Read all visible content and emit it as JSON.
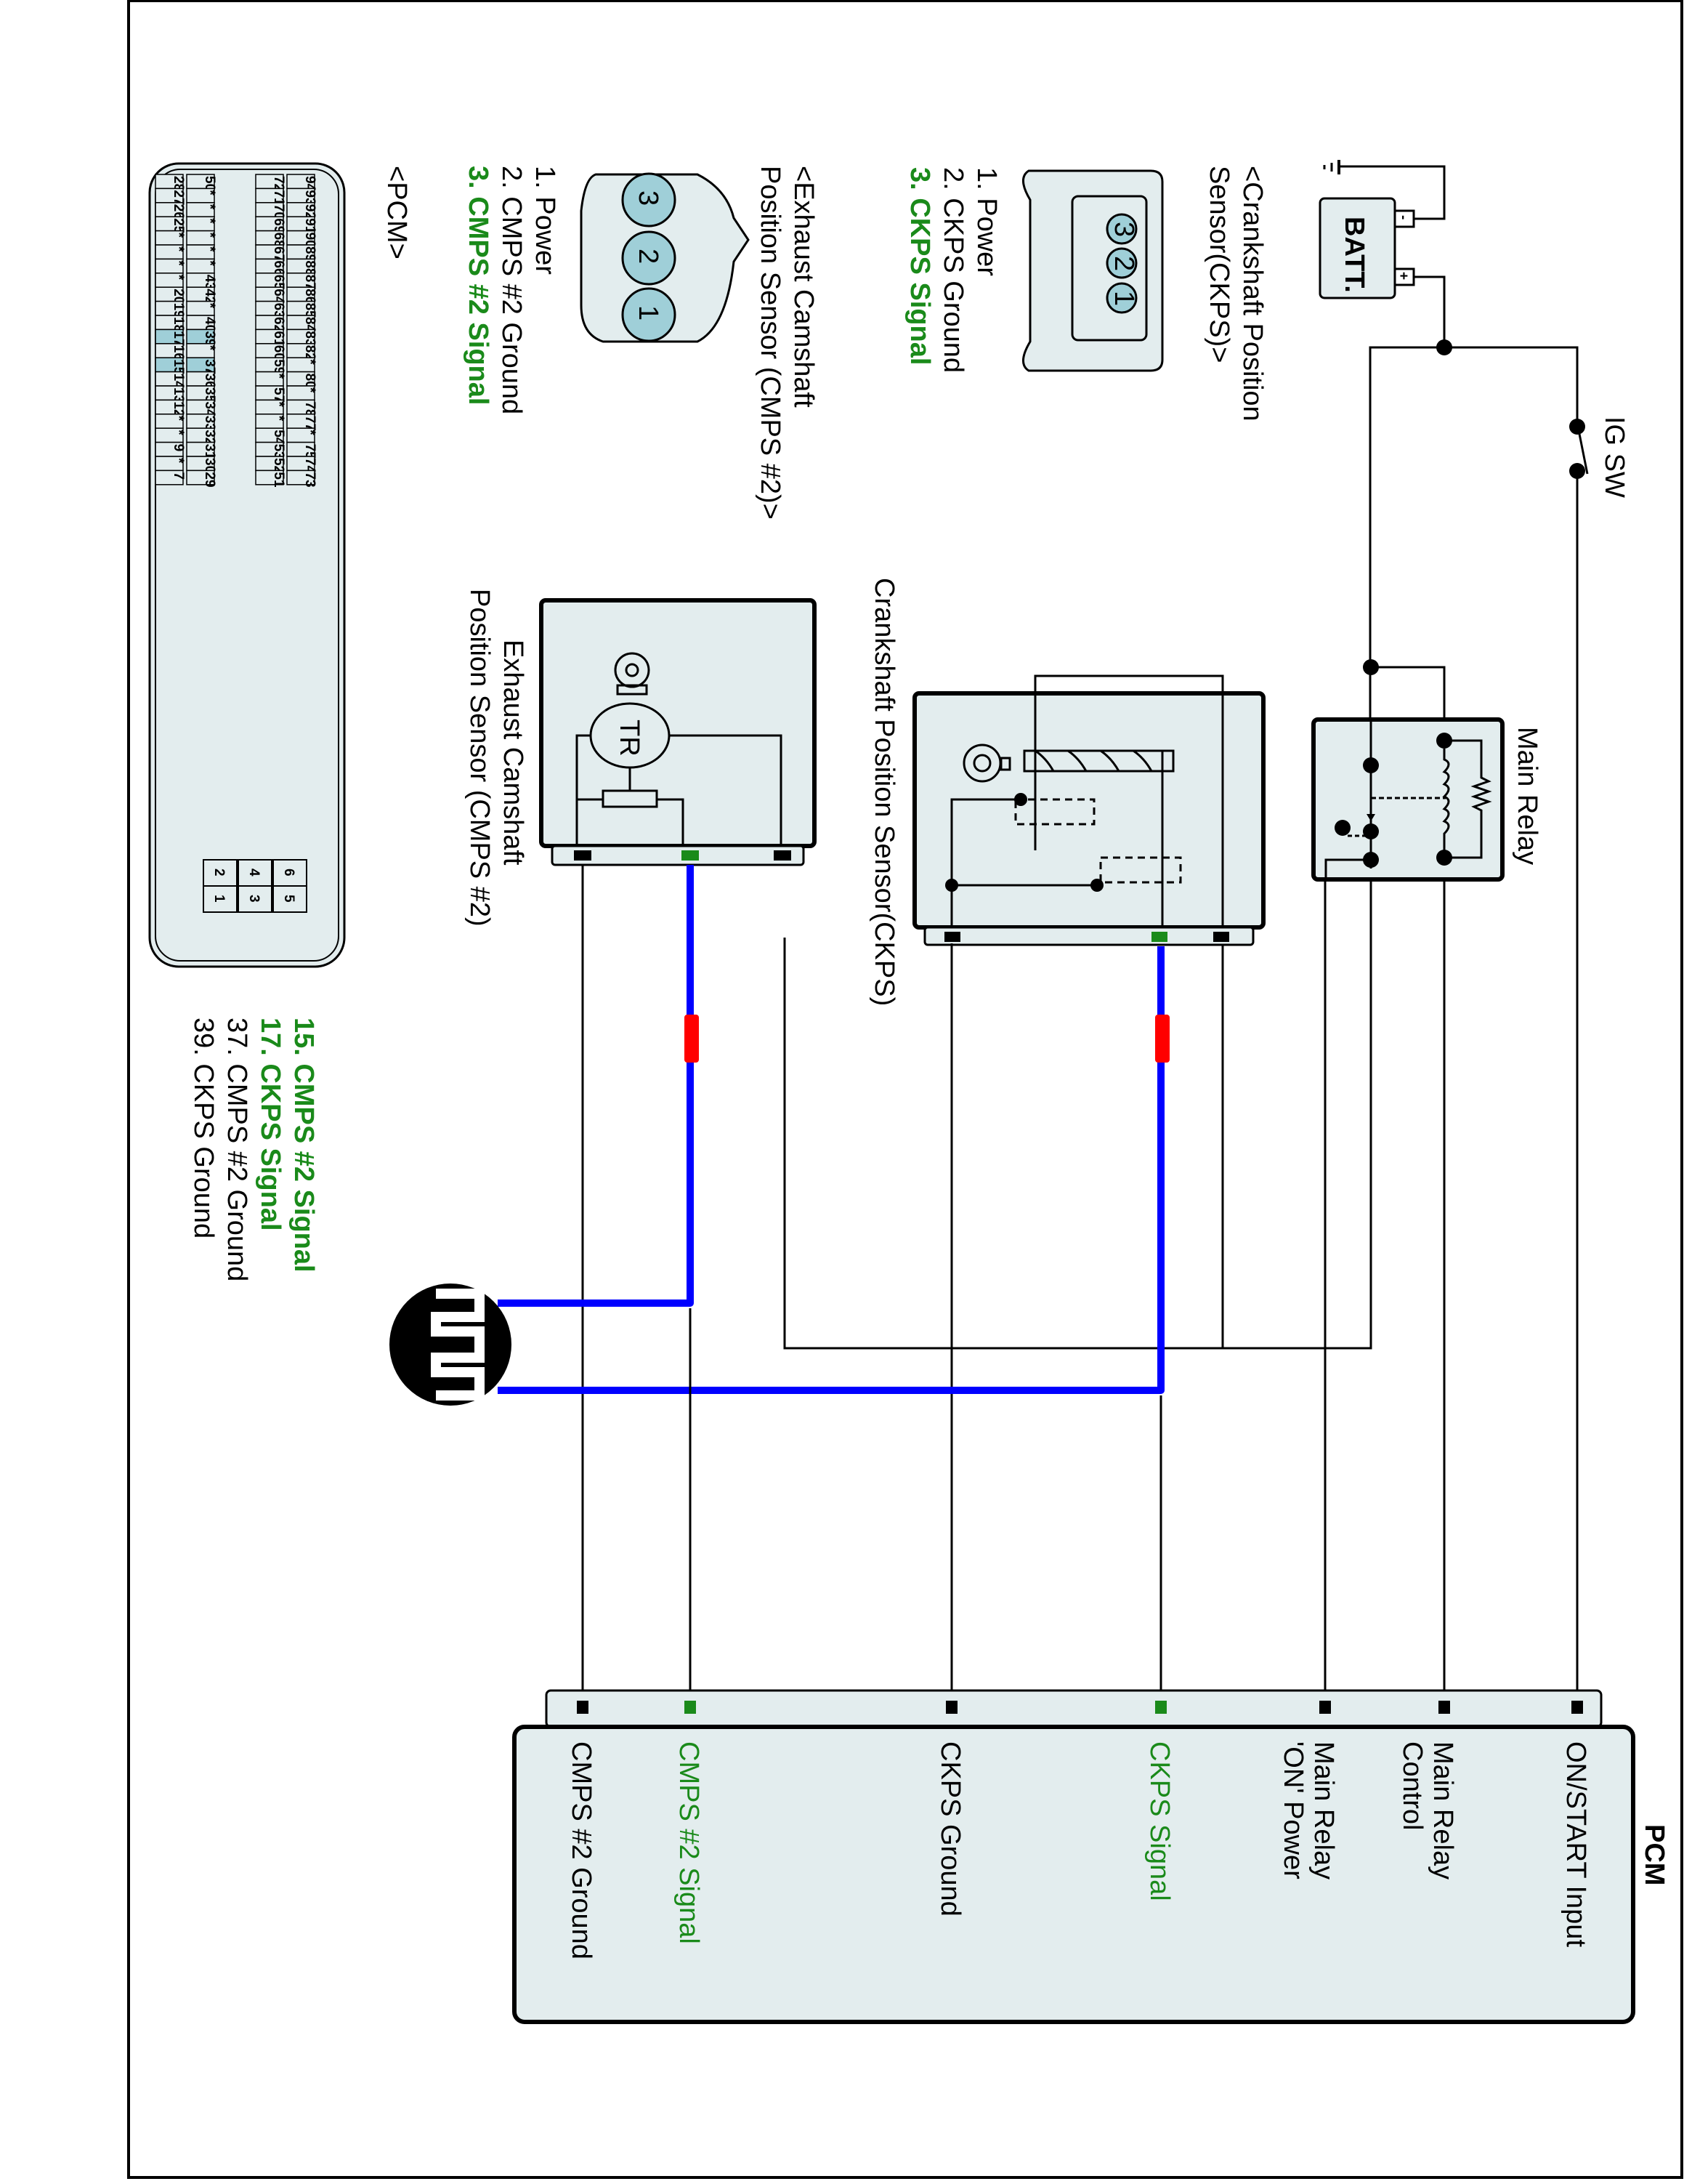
{
  "colors": {
    "component_fill": "#e3edee",
    "signal_green": "#1a8a1a",
    "shield_wire_blue": "#0000ff",
    "shield_marker_red": "#ff0000",
    "pin_highlight": "#9fcfd8"
  },
  "battery": {
    "label": "BATT.",
    "neg": "-",
    "pos": "+"
  },
  "ig_switch": {
    "label": "IG SW"
  },
  "main_relay": {
    "label": "Main Relay"
  },
  "ckps_component": {
    "label": "Crankshaft Position Sensor(CKPS)"
  },
  "cmps_component": {
    "label_line1": "Exhaust Camshaft",
    "label_line2": "Position Sensor (CMPS #2)",
    "transistor": "TR"
  },
  "ckps_connector": {
    "title_line1": "<Crankshaft Position",
    "title_line2": "Sensor(CKPS)>",
    "pins": [
      "3",
      "2",
      "1"
    ],
    "legend": [
      {
        "text": "1. Power",
        "highlight": false
      },
      {
        "text": "2. CKPS Ground",
        "highlight": false
      },
      {
        "text": "3. CKPS Signal",
        "highlight": true
      }
    ]
  },
  "cmps_connector": {
    "title_line1": "<Exhaust Camshaft",
    "title_line2": "Position Sensor (CMPS #2)>",
    "pins": [
      "3",
      "2",
      "1"
    ],
    "legend": [
      {
        "text": "1. Power",
        "highlight": false
      },
      {
        "text": "2. CMPS #2 Ground",
        "highlight": false
      },
      {
        "text": "3. CMPS #2 Signal",
        "highlight": true
      }
    ]
  },
  "pcm_connector": {
    "title": "<PCM>",
    "rows": [
      [
        "94",
        "93",
        "92",
        "91",
        "90",
        "89",
        "88",
        "87",
        "86",
        "85",
        "84",
        "83",
        "82",
        "*",
        "80",
        "*",
        "78",
        "77",
        "*",
        "75",
        "74",
        "73"
      ],
      [
        "72",
        "71",
        "70",
        "69",
        "68",
        "67",
        "66",
        "65",
        "64",
        "63",
        "62",
        "61",
        "60",
        "59",
        "*",
        "57",
        "*",
        "*",
        "54",
        "53",
        "52",
        "51"
      ],
      [
        "50",
        "*",
        "*",
        "*",
        "*",
        "*",
        "*",
        "43",
        "42",
        "*",
        "40",
        "39",
        "*",
        "37",
        "36",
        "35",
        "34",
        "33",
        "32",
        "31",
        "30",
        "29"
      ],
      [
        "28",
        "27",
        "26",
        "25",
        "*",
        "*",
        "*",
        "*",
        "20",
        "19",
        "18",
        "17",
        "16",
        "15",
        "14",
        "13",
        "12",
        "*",
        "*",
        "9",
        "*",
        "7"
      ]
    ],
    "highlighted_pins": [
      "39",
      "37",
      "17",
      "15"
    ],
    "power_pins": [
      [
        "6",
        "5"
      ],
      [
        "4",
        "3"
      ],
      [
        "2",
        "1"
      ]
    ],
    "legend": [
      {
        "text": "15. CMPS #2 Signal",
        "highlight": true
      },
      {
        "text": "17. CKPS Signal",
        "highlight": true
      },
      {
        "text": "37. CMPS #2 Ground",
        "highlight": false
      },
      {
        "text": "39. CKPS Ground",
        "highlight": false
      }
    ]
  },
  "pcm_block": {
    "title": "PCM",
    "terminals": [
      {
        "label_line1": "ON/START Input",
        "label_line2": "",
        "highlight": false
      },
      {
        "label_line1": "Main Relay",
        "label_line2": "Control",
        "highlight": false
      },
      {
        "label_line1": "Main Relay",
        "label_line2": "'ON' Power",
        "highlight": false
      },
      {
        "label_line1": "CKPS Signal",
        "label_line2": "",
        "highlight": true
      },
      {
        "label_line1": "CKPS Ground",
        "label_line2": "",
        "highlight": false
      },
      {
        "label_line1": "CMPS #2 Signal",
        "label_line2": "",
        "highlight": true
      },
      {
        "label_line1": "CMPS #2 Ground",
        "label_line2": "",
        "highlight": false
      }
    ]
  }
}
